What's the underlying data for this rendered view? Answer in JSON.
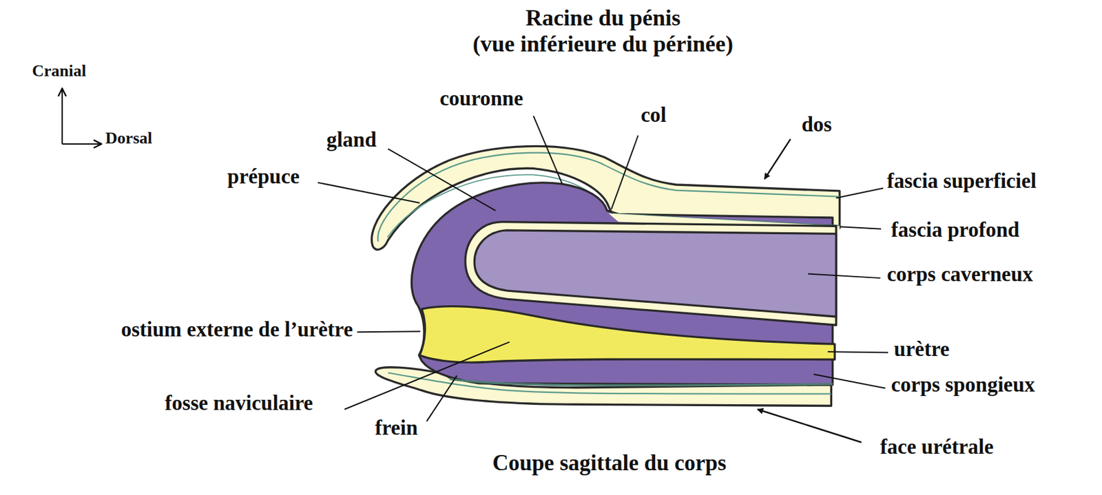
{
  "diagram": {
    "title": "Racine du pénis (vue inférieure du périnée)",
    "caption": "Coupe sagittale du corps",
    "labels": [
      "Cranial",
      "Dorsal",
      "couronne",
      "col",
      "dos",
      "gland",
      "prépuce",
      "fascia superficiel",
      "fascia profond",
      "corps caverneux",
      "ostium externe de l’urètre",
      "urètre",
      "corps spongieux",
      "fosse naviculaire",
      "frein",
      "face urétrale"
    ]
  }
}
